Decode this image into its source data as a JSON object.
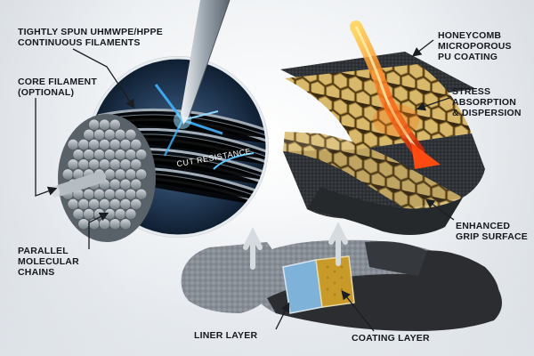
{
  "labels": {
    "filaments": "TIGHTLY SPUN UHMWPE/HPPE\nCONTINUOUS FILAMENTS",
    "core": "CORE FILAMENT\n(OPTIONAL)",
    "parallel": "PARALLEL\nMOLECULAR\nCHAINS",
    "cut": "CUT RESISTANCE",
    "honeycomb": "HONEYCOMB\nMICROPOROUS\nPU COATING",
    "stress": "STRESS\nABSORPTION\n& DISPERSION",
    "grip": "ENHANCED\nGRIP SURFACE",
    "liner": "LINER LAYER",
    "coating": "COATING LAYER"
  },
  "colors": {
    "fiber": "#9aa3ab",
    "blade": "#c9d0d6",
    "glow": "#3fb4ff",
    "foam": "#2c2f33",
    "honeycomb": "#d8b86a",
    "heat": "#ff5a1a",
    "knit": "#8c939a",
    "dip": "#2b2d30",
    "accent": "#c89a2a"
  },
  "icons": [
    "blade",
    "fiber-bundle",
    "core-rod",
    "honeycomb-block",
    "heat-arrow",
    "glove",
    "pointer-arrow"
  ]
}
